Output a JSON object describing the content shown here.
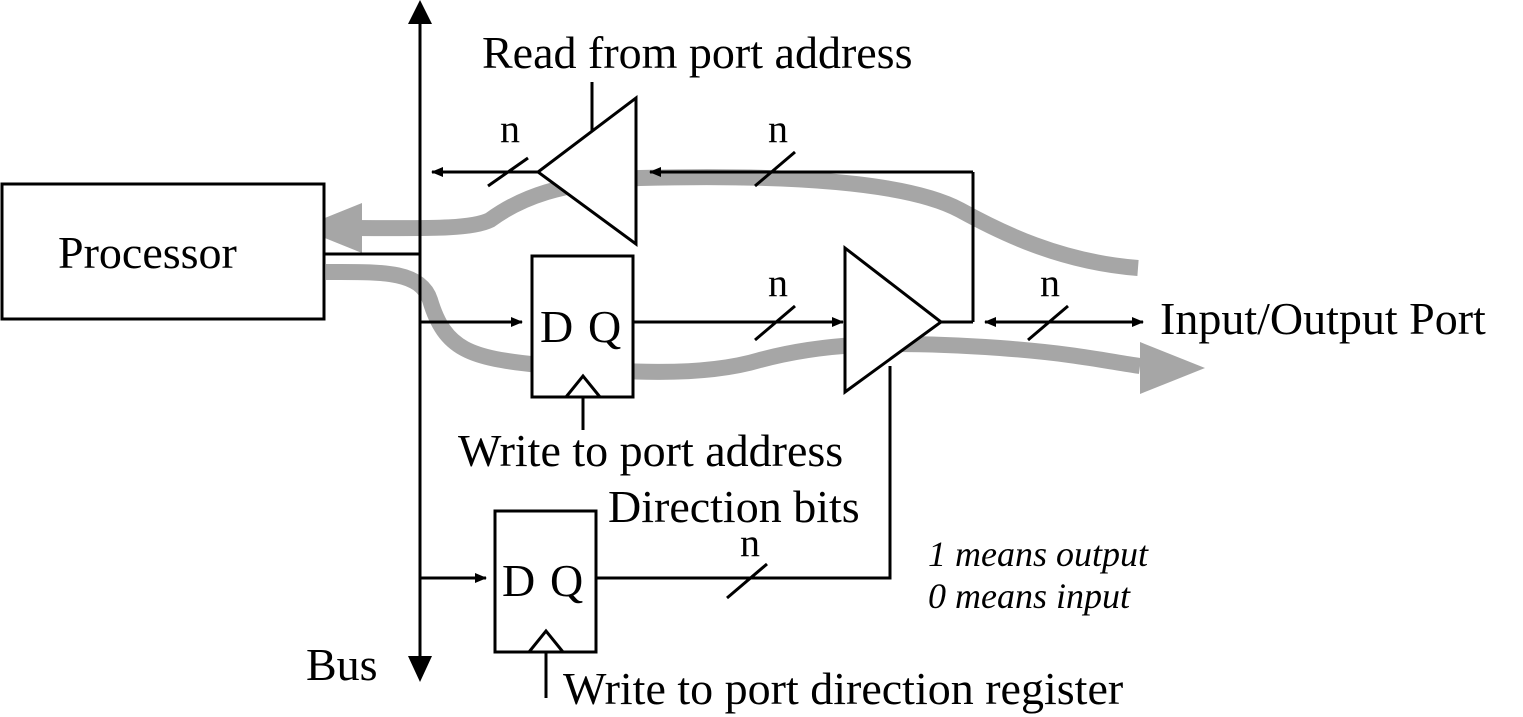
{
  "labels": {
    "processor": "Processor",
    "bus": "Bus",
    "read_from_port_address": "Read from port address",
    "write_to_port_address": "Write to port address",
    "direction_bits": "Direction bits",
    "write_to_port_direction_register": "Write to port direction register",
    "input_output_port": "Input/Output Port",
    "one_means_output": "1 means output",
    "zero_means_input": "0 means input"
  },
  "flip_flop_pins": {
    "d": "D",
    "q": "Q"
  },
  "bus_width": "n",
  "colors": {
    "line": "#000000",
    "data_flow": "#a6a6a6",
    "background": "#ffffff"
  }
}
